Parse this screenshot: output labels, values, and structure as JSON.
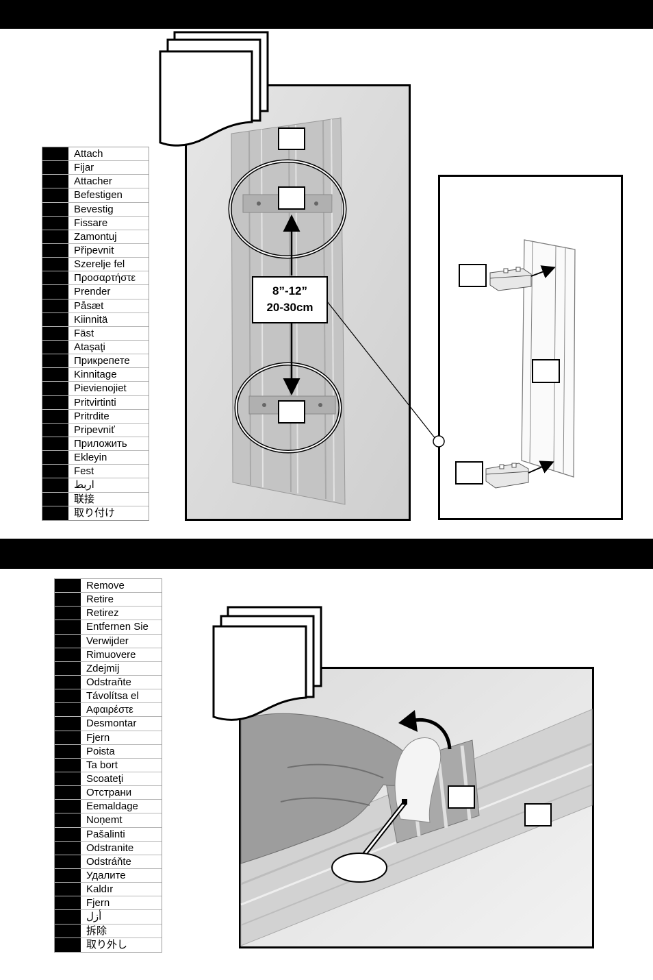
{
  "callout": {
    "line1": "8”-12”",
    "line2": "20-30cm"
  },
  "attach_list": [
    "Attach",
    "Fijar",
    "Attacher",
    "Befestigen",
    "Bevestig",
    "Fissare",
    "Zamontuj",
    "Připevnit",
    "Szerelje fel",
    "Προσαρτήστε",
    "Prender",
    "Påsæt",
    "Kiinnitä",
    "Fäst",
    "Ataşaţi",
    "Прикрепете",
    "Kinnitage",
    "Pievienojiet",
    "Pritvirtinti",
    "Pritrdite",
    "Pripevniť",
    "Приложить",
    "Ekleyin",
    "Fest",
    "اربط",
    "联接",
    "取り付け"
  ],
  "remove_list": [
    "Remove",
    "Retire",
    "Retirez",
    "Entfernen Sie",
    "Verwijder",
    "Rimuovere",
    "Zdejmij",
    "Odstraňte",
    "Távolítsa el",
    "Αφαιρέστε",
    "Desmontar",
    "Fjern",
    "Poista",
    "Ta bort",
    "Scoateţi",
    "Отстрани",
    "Eemaldage",
    "Noņemt",
    "Pašalinti",
    "Odstranite",
    "Odstráňte",
    "Удалите",
    "Kaldır",
    "Fjern",
    "أزل",
    "拆除",
    "取り外し"
  ]
}
